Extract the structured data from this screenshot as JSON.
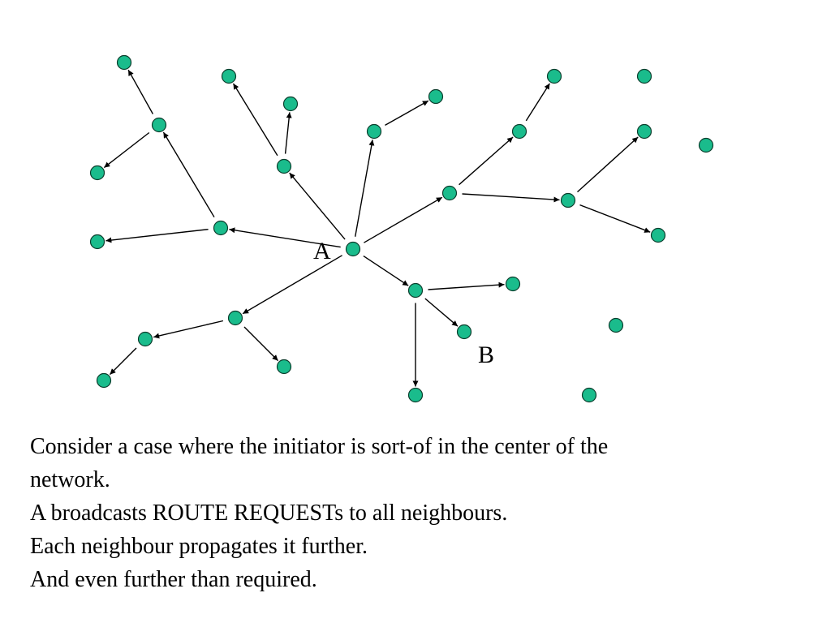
{
  "colors": {
    "node_fill": "#1abc8c",
    "node_stroke": "#0b3d2c",
    "edge": "#000000",
    "text": "#000000",
    "background": "#ffffff"
  },
  "diagram": {
    "labels": {
      "initiator": "A",
      "target": "B"
    }
  },
  "caption": {
    "lines": [
      "Consider a case where the initiator is sort-of in the center of the",
      "network.",
      "A broadcasts ROUTE REQUESTs to all neighbours.",
      "Each neighbour propagates it further.",
      "And even further than required."
    ]
  }
}
